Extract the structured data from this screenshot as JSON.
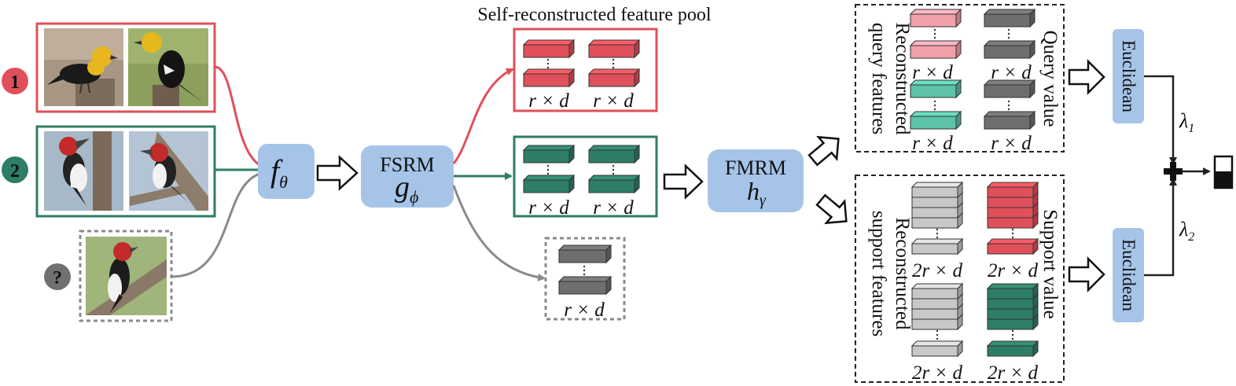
{
  "pool_title": "Self-reconstructed feature pool",
  "class_badges": [
    {
      "text": "1",
      "color": "#e0505a"
    },
    {
      "text": "2",
      "color": "#2e7d66"
    },
    {
      "text": "?",
      "color": "#707070"
    }
  ],
  "images": [
    {
      "name": "yellow-headed-blackbird-photo-a",
      "group": "1"
    },
    {
      "name": "yellow-headed-blackbird-photo-b",
      "group": "1"
    },
    {
      "name": "red-headed-woodpecker-photo-a",
      "group": "2"
    },
    {
      "name": "red-headed-woodpecker-photo-b",
      "group": "2"
    },
    {
      "name": "red-headed-woodpecker-query-photo",
      "group": "?"
    }
  ],
  "modules": {
    "backbone": {
      "symbol": "f",
      "subscript": "θ"
    },
    "fsrm": {
      "label": "FSRM",
      "symbol": "g",
      "subscript": "ϕ"
    },
    "fmrm": {
      "label": "FMRM",
      "symbol": "h",
      "subscript": "γ"
    }
  },
  "dim_labels": {
    "pool": "r × d",
    "support": "2r × d"
  },
  "query_panel": {
    "left_label_line1": "Reconstructed",
    "left_label_line2": "query features",
    "right_label": "Query value"
  },
  "support_panel": {
    "left_label_line1": "Reconstructed",
    "left_label_line2": "support features",
    "right_label": "Support value"
  },
  "metric_labels": [
    "Euclidean",
    "Euclidean"
  ],
  "weights": [
    {
      "symbol": "λ",
      "subscript": "1"
    },
    {
      "symbol": "λ",
      "subscript": "2"
    }
  ],
  "colors": {
    "red": "#e0505a",
    "red_light": "#f2a0aa",
    "green": "#2e7d66",
    "teal": "#5cc2a8",
    "dark_gray": "#6e6e6e",
    "light_gray": "#c8c8c8",
    "module_blue": "#a6c4e8",
    "gray_line": "#8a8a8a"
  }
}
